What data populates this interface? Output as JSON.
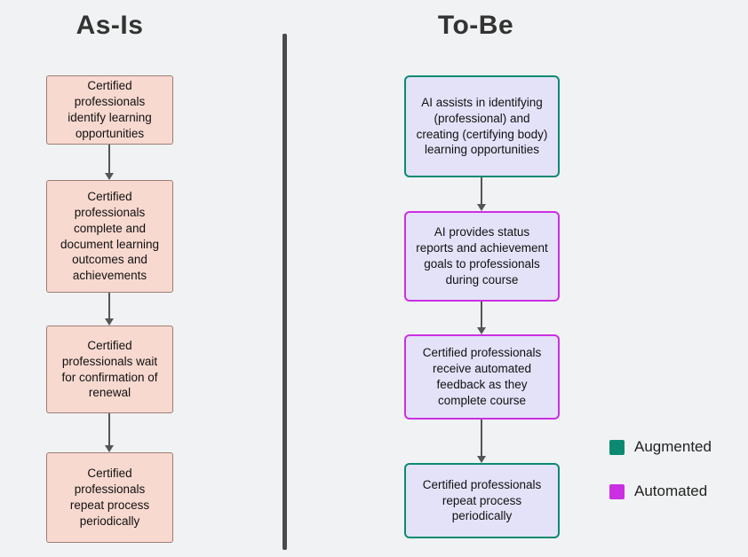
{
  "titles": {
    "as_is": "As-Is",
    "to_be": "To-Be"
  },
  "as_is": {
    "boxes": [
      {
        "text": "Certified professionals identify learning opportunities"
      },
      {
        "text": "Certified professionals complete and document learning outcomes and achievements"
      },
      {
        "text": "Certified professionals wait for confirmation of renewal"
      },
      {
        "text": "Certified professionals repeat process periodically"
      }
    ]
  },
  "to_be": {
    "boxes": [
      {
        "text": "AI assists in identifying (professional) and creating (certifying body) learning opportunities",
        "type": "augmented"
      },
      {
        "text": "AI provides status reports and achievement goals to professionals during course",
        "type": "automated"
      },
      {
        "text": "Certified professionals receive automated feedback as they complete course",
        "type": "automated"
      },
      {
        "text": "Certified professionals repeat process periodically",
        "type": "augmented"
      }
    ]
  },
  "legend": {
    "items": [
      {
        "label": "Augmented",
        "color": "#0c8a71"
      },
      {
        "label": "Automated",
        "color": "#cb2fe2"
      }
    ]
  },
  "colors": {
    "background": "#f1f2f3",
    "asis_fill": "#f8d9d0",
    "asis_border": "#9d7d75",
    "tobe_fill": "#e4e2f9",
    "augmented_border": "#0c8a71",
    "automated_border": "#cb2fe2",
    "divider": "#4a4a4a",
    "arrow": "#555555",
    "title_text": "#333333"
  }
}
